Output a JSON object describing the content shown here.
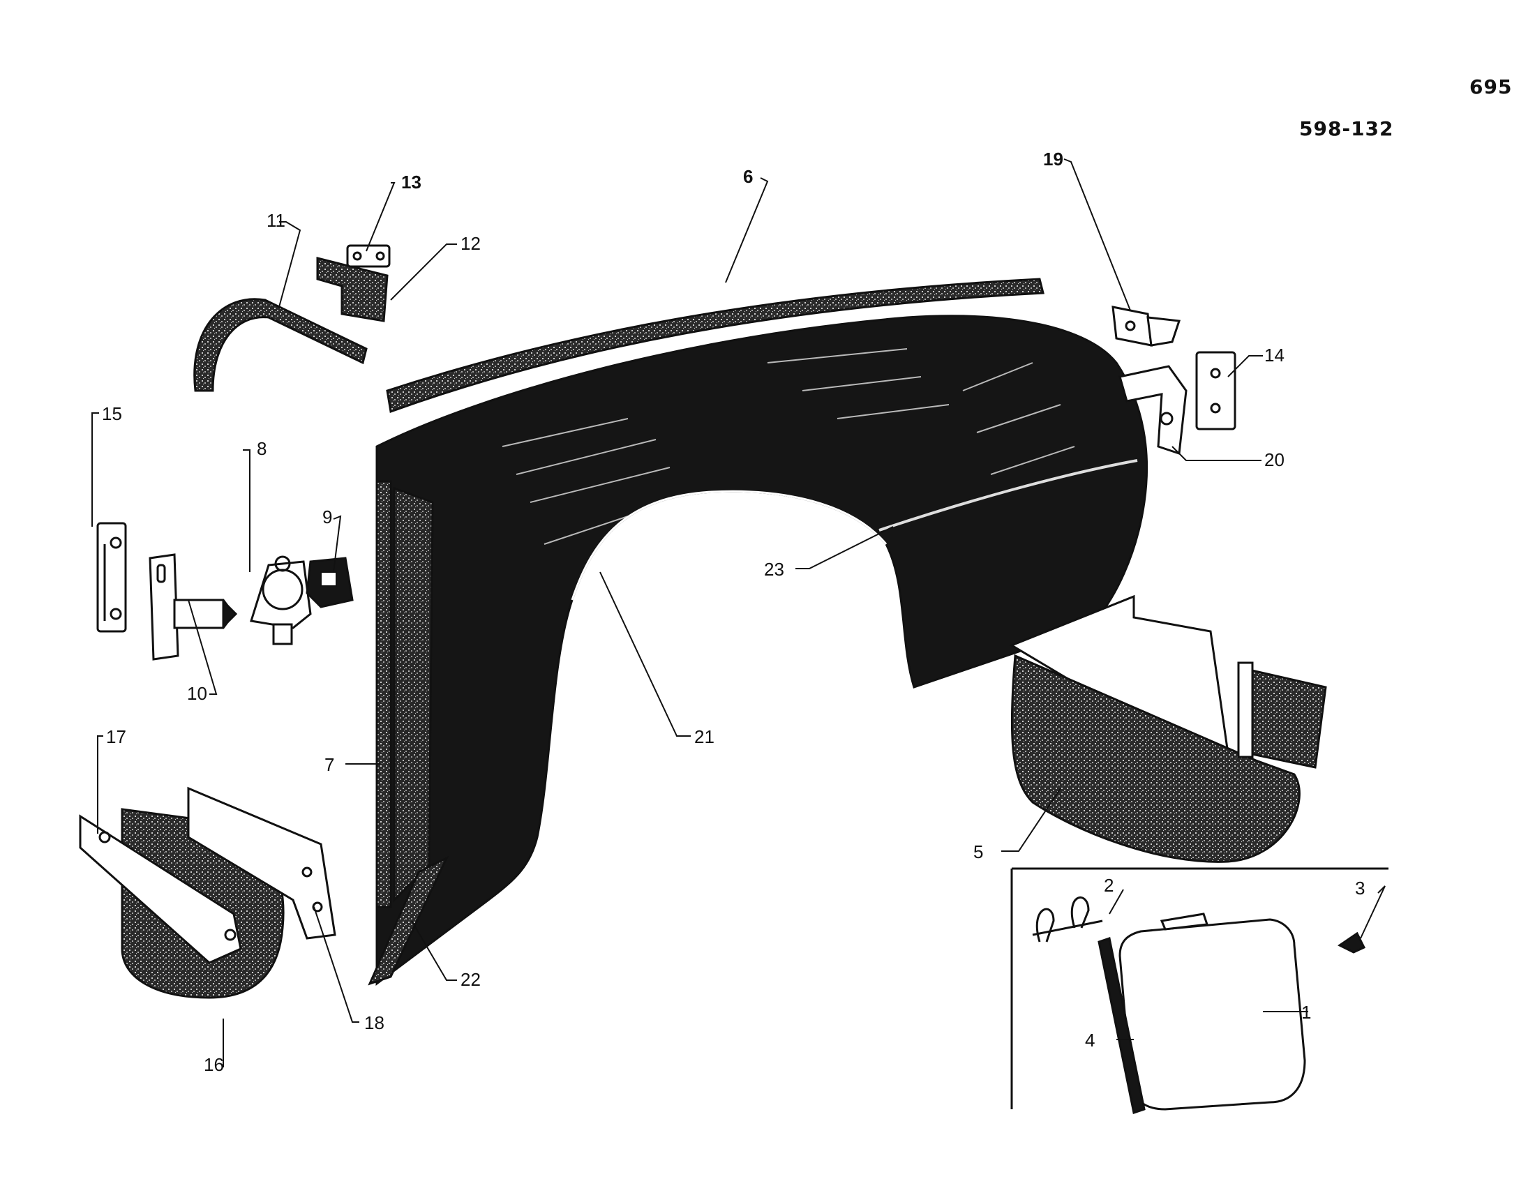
{
  "page_number": "695",
  "figure_code": "598-132",
  "callouts": [
    {
      "id": "1",
      "label": "1"
    },
    {
      "id": "2",
      "label": "2"
    },
    {
      "id": "3",
      "label": "3"
    },
    {
      "id": "4",
      "label": "4"
    },
    {
      "id": "5",
      "label": "5"
    },
    {
      "id": "6",
      "label": "6"
    },
    {
      "id": "7",
      "label": "7"
    },
    {
      "id": "8",
      "label": "8"
    },
    {
      "id": "9",
      "label": "9"
    },
    {
      "id": "10",
      "label": "10"
    },
    {
      "id": "11",
      "label": "11"
    },
    {
      "id": "12",
      "label": "12"
    },
    {
      "id": "13",
      "label": "13"
    },
    {
      "id": "14",
      "label": "14"
    },
    {
      "id": "15",
      "label": "15"
    },
    {
      "id": "16",
      "label": "16"
    },
    {
      "id": "17",
      "label": "17"
    },
    {
      "id": "18",
      "label": "18"
    },
    {
      "id": "19",
      "label": "19"
    },
    {
      "id": "20",
      "label": "20"
    },
    {
      "id": "21",
      "label": "21"
    },
    {
      "id": "22",
      "label": "22"
    },
    {
      "id": "23",
      "label": "23"
    }
  ]
}
